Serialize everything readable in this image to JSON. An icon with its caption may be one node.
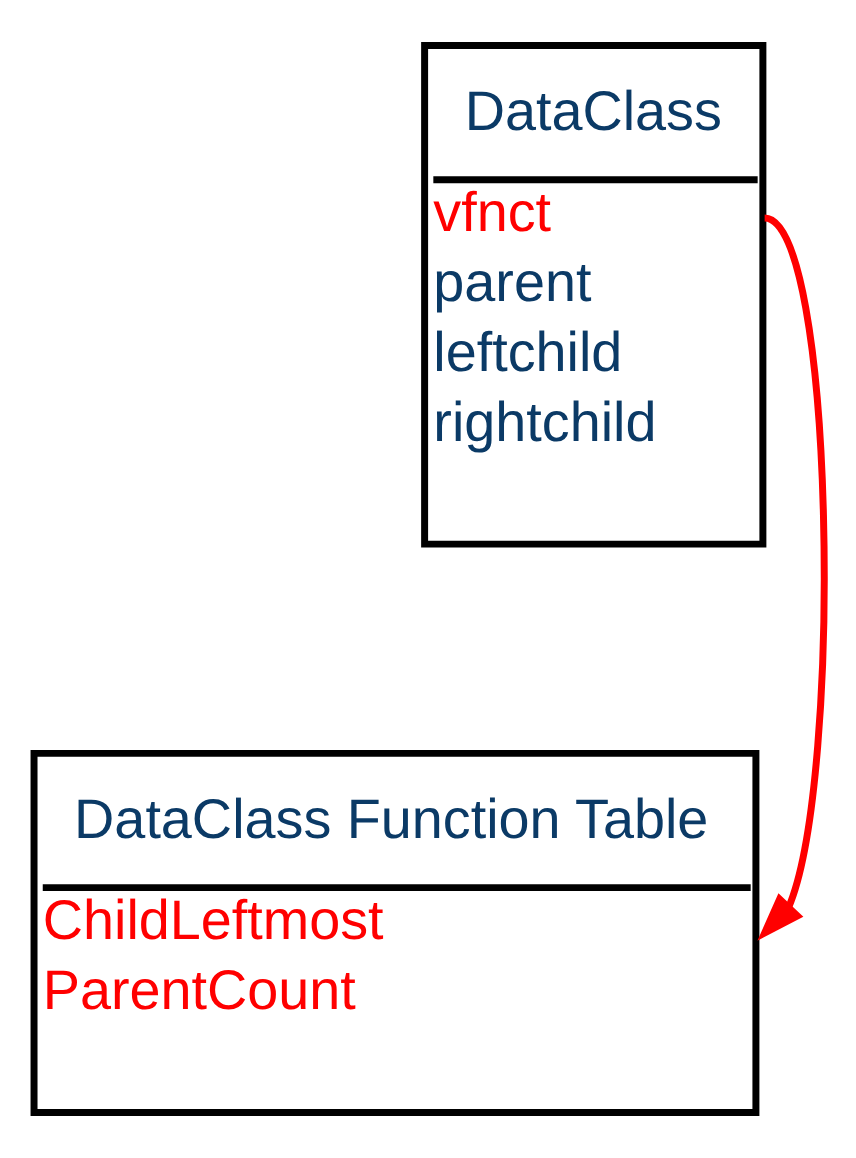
{
  "diagram": {
    "nodes": [
      {
        "text": [
          "DataClass",
          "vfnct",
          "parent",
          "leftchild",
          "rightchild"
        ]
      },
      {
        "text": [
          "DataClass Function Table",
          "ChildLeftmost",
          "ParentCount"
        ]
      }
    ],
    "edges": [
      {
        "from": 0,
        "to": 1,
        "arrow": "to",
        "color": "#ff0000"
      }
    ]
  }
}
